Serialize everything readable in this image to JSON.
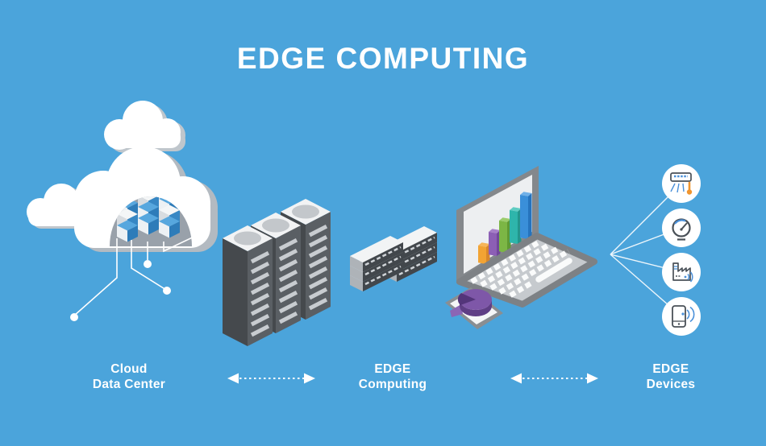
{
  "title": "EDGE COMPUTING",
  "sections": [
    {
      "id": "cloud-data-center",
      "line1": "Cloud",
      "line2": "Data Center"
    },
    {
      "id": "edge-computing",
      "line1": "EDGE",
      "line2": "Computing"
    },
    {
      "id": "edge-devices",
      "line1": "EDGE",
      "line2": "Devices"
    }
  ],
  "devices": [
    {
      "icon": "air-conditioner-icon"
    },
    {
      "icon": "gauge-icon"
    },
    {
      "icon": "factory-icon"
    },
    {
      "icon": "smartphone-icon"
    }
  ],
  "colors": {
    "background": "#4BA4DB",
    "text": "#FFFFFF",
    "bar_orange": "#F2A333",
    "bar_purple": "#8C5FB5",
    "bar_green": "#7CB645",
    "bar_teal": "#2EB5AB",
    "bar_blue": "#3A8FD9",
    "pie_purple": "#7E57A8",
    "icon_stroke": "#4A5158",
    "icon_blue": "#4A90D9",
    "icon_orange": "#F0952F"
  }
}
